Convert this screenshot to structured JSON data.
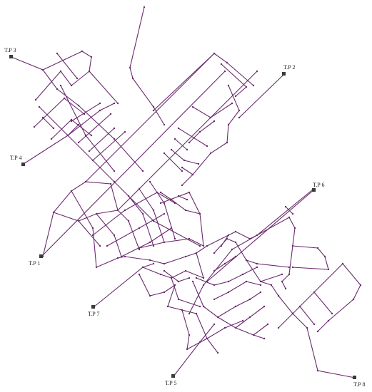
{
  "diagram": {
    "pipe_color": "#6a2a6e",
    "marker_color": "#3a3a3a",
    "points": [
      {
        "id": "tp1",
        "label": "T.P 1"
      },
      {
        "id": "tp2",
        "label": "T.P 2"
      },
      {
        "id": "tp3",
        "label": "T.P 3"
      },
      {
        "id": "tp4",
        "label": "T.P 4"
      },
      {
        "id": "tp5",
        "label": "T.P 5"
      },
      {
        "id": "tp6",
        "label": "T.P 6"
      },
      {
        "id": "tp7",
        "label": "T.P 7"
      },
      {
        "id": "tp8",
        "label": "T.P 8"
      }
    ]
  }
}
